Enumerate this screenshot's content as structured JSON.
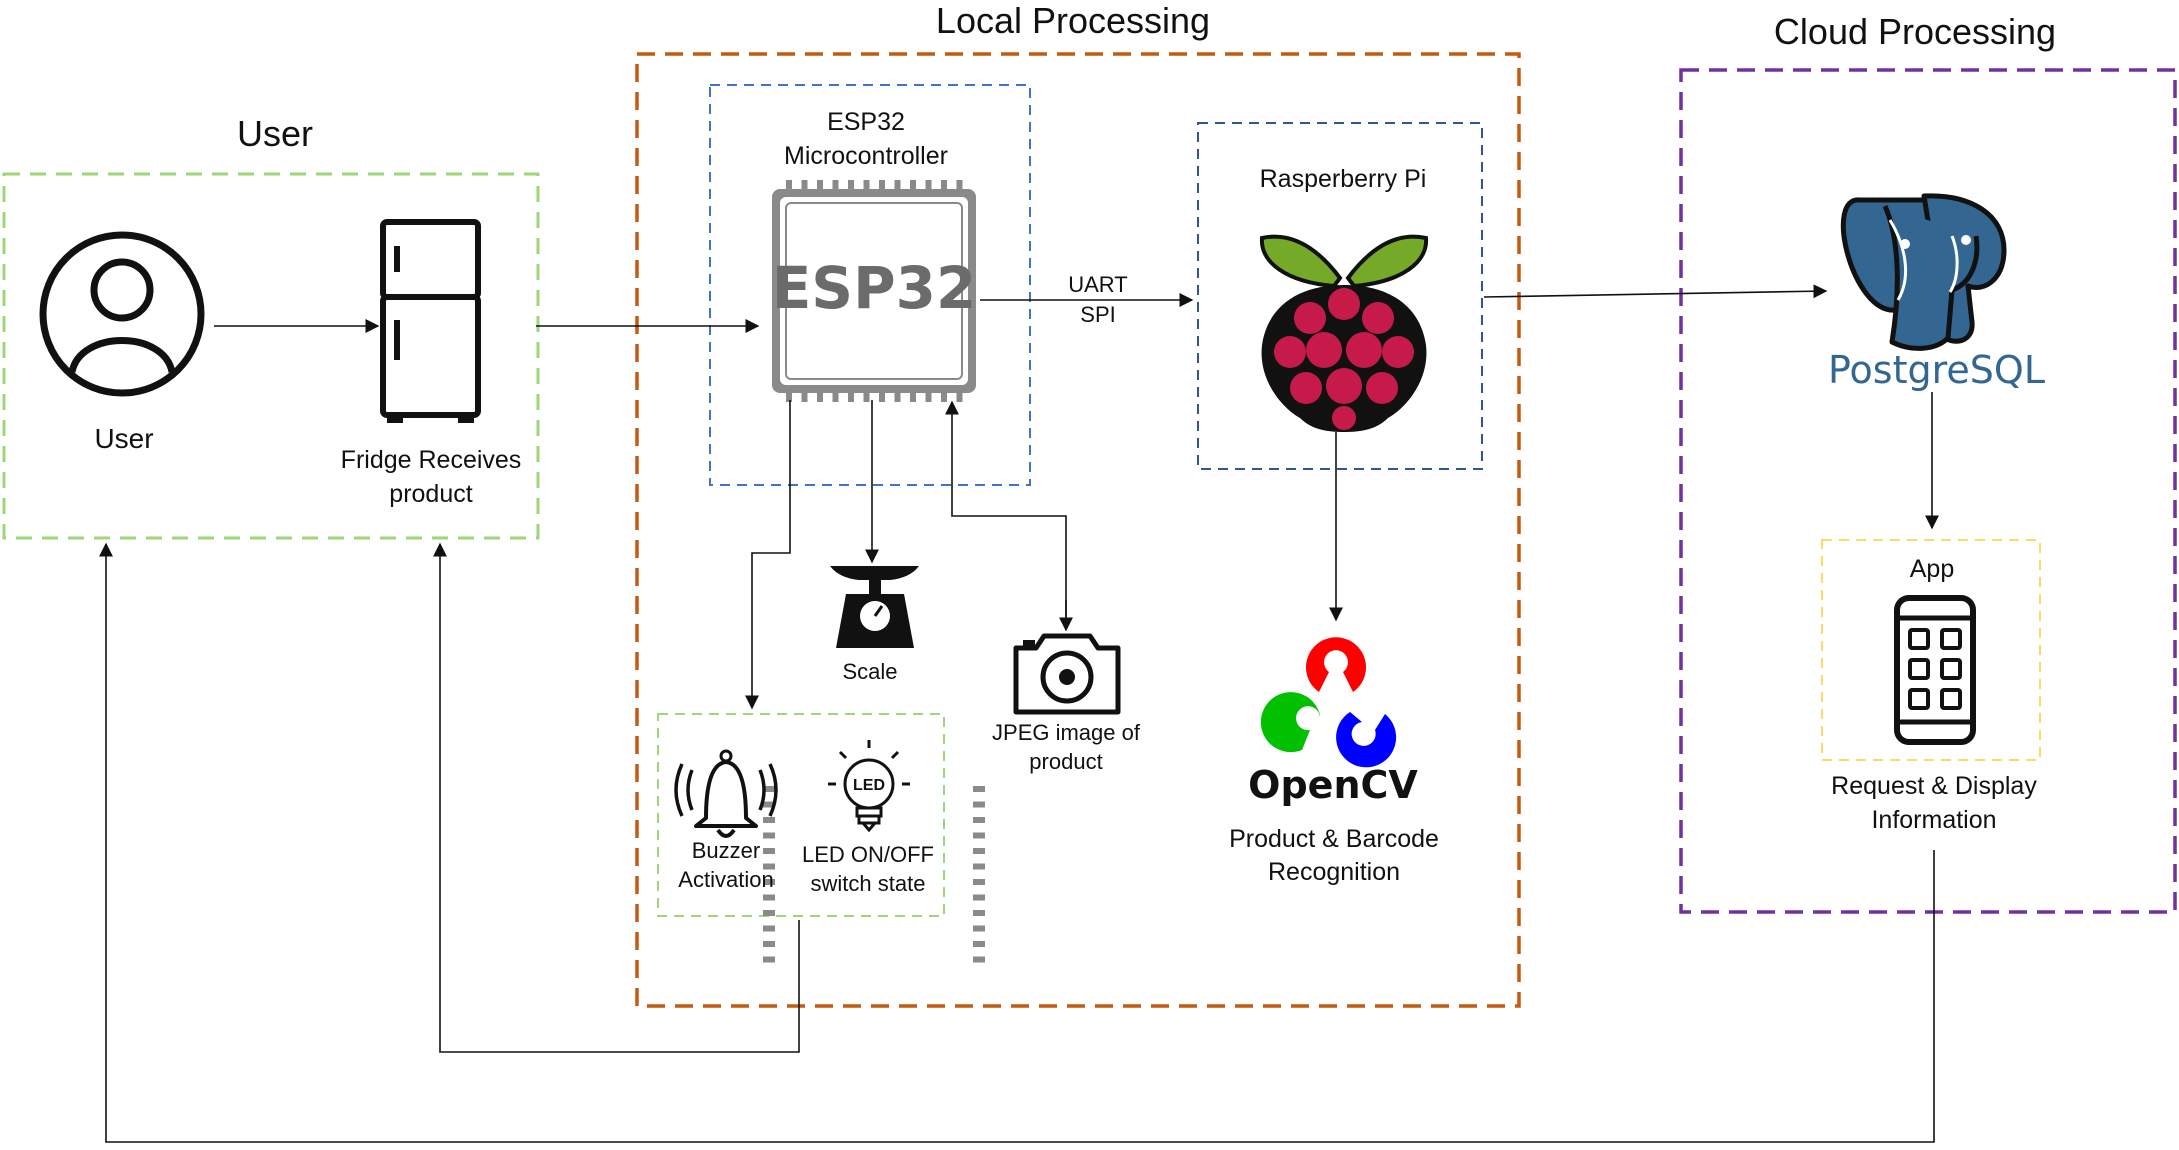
{
  "groups": {
    "user": {
      "title": "User",
      "border_color": "#9dd67b"
    },
    "local": {
      "title": "Local Processing",
      "border_color": "#c55a11"
    },
    "cloud": {
      "title": "Cloud Processing",
      "border_color": "#7030a0"
    },
    "esp32": {
      "title_line1": "ESP32",
      "title_line2": "Microcontroller",
      "border_color": "#4472c4"
    },
    "rpi": {
      "title": "Rasperberry Pi",
      "border_color": "#2f5597"
    },
    "app": {
      "title": "App",
      "border_color": "#ffd966"
    },
    "actuators": {
      "border_color": "#9dd67b"
    }
  },
  "nodes": {
    "user": {
      "label": "User",
      "icon": "user-icon"
    },
    "fridge": {
      "label_line1": "Fridge Receives",
      "label_line2": "product",
      "icon": "fridge-icon"
    },
    "esp32_chip": {
      "chip_text": "ESP32",
      "icon": "microchip-icon"
    },
    "scale": {
      "label": "Scale",
      "icon": "scale-icon"
    },
    "camera": {
      "label_line1": "JPEG image of",
      "label_line2": "product",
      "icon": "camera-icon"
    },
    "buzzer": {
      "label_line1": "Buzzer",
      "label_line2": "Activation",
      "icon": "bell-icon"
    },
    "led": {
      "label_line1": "LED ON/OFF",
      "label_line2": "switch state",
      "icon_text": "LED",
      "icon": "led-bulb-icon"
    },
    "raspberry": {
      "icon": "raspberry-pi-icon"
    },
    "opencv": {
      "logo_text": "OpenCV",
      "label_line1": "Product & Barcode",
      "label_line2": "Recognition",
      "icon": "opencv-logo"
    },
    "postgres": {
      "logo_text_a": "Postgre",
      "logo_text_b": "SQL",
      "icon": "postgresql-elephant-icon"
    },
    "app": {
      "label_line1": "Request & Display",
      "label_line2": "Information",
      "icon": "smartphone-icon"
    }
  },
  "edges": {
    "uart": {
      "label_line1": "UART",
      "label_line2": "SPI"
    }
  },
  "colors": {
    "raspberry_red": "#c51a4a",
    "raspberry_leaf": "#75a928",
    "postgres_blue": "#336791",
    "opencv_red": "#ff0000",
    "opencv_green": "#00c000",
    "opencv_blue": "#0000ff"
  }
}
